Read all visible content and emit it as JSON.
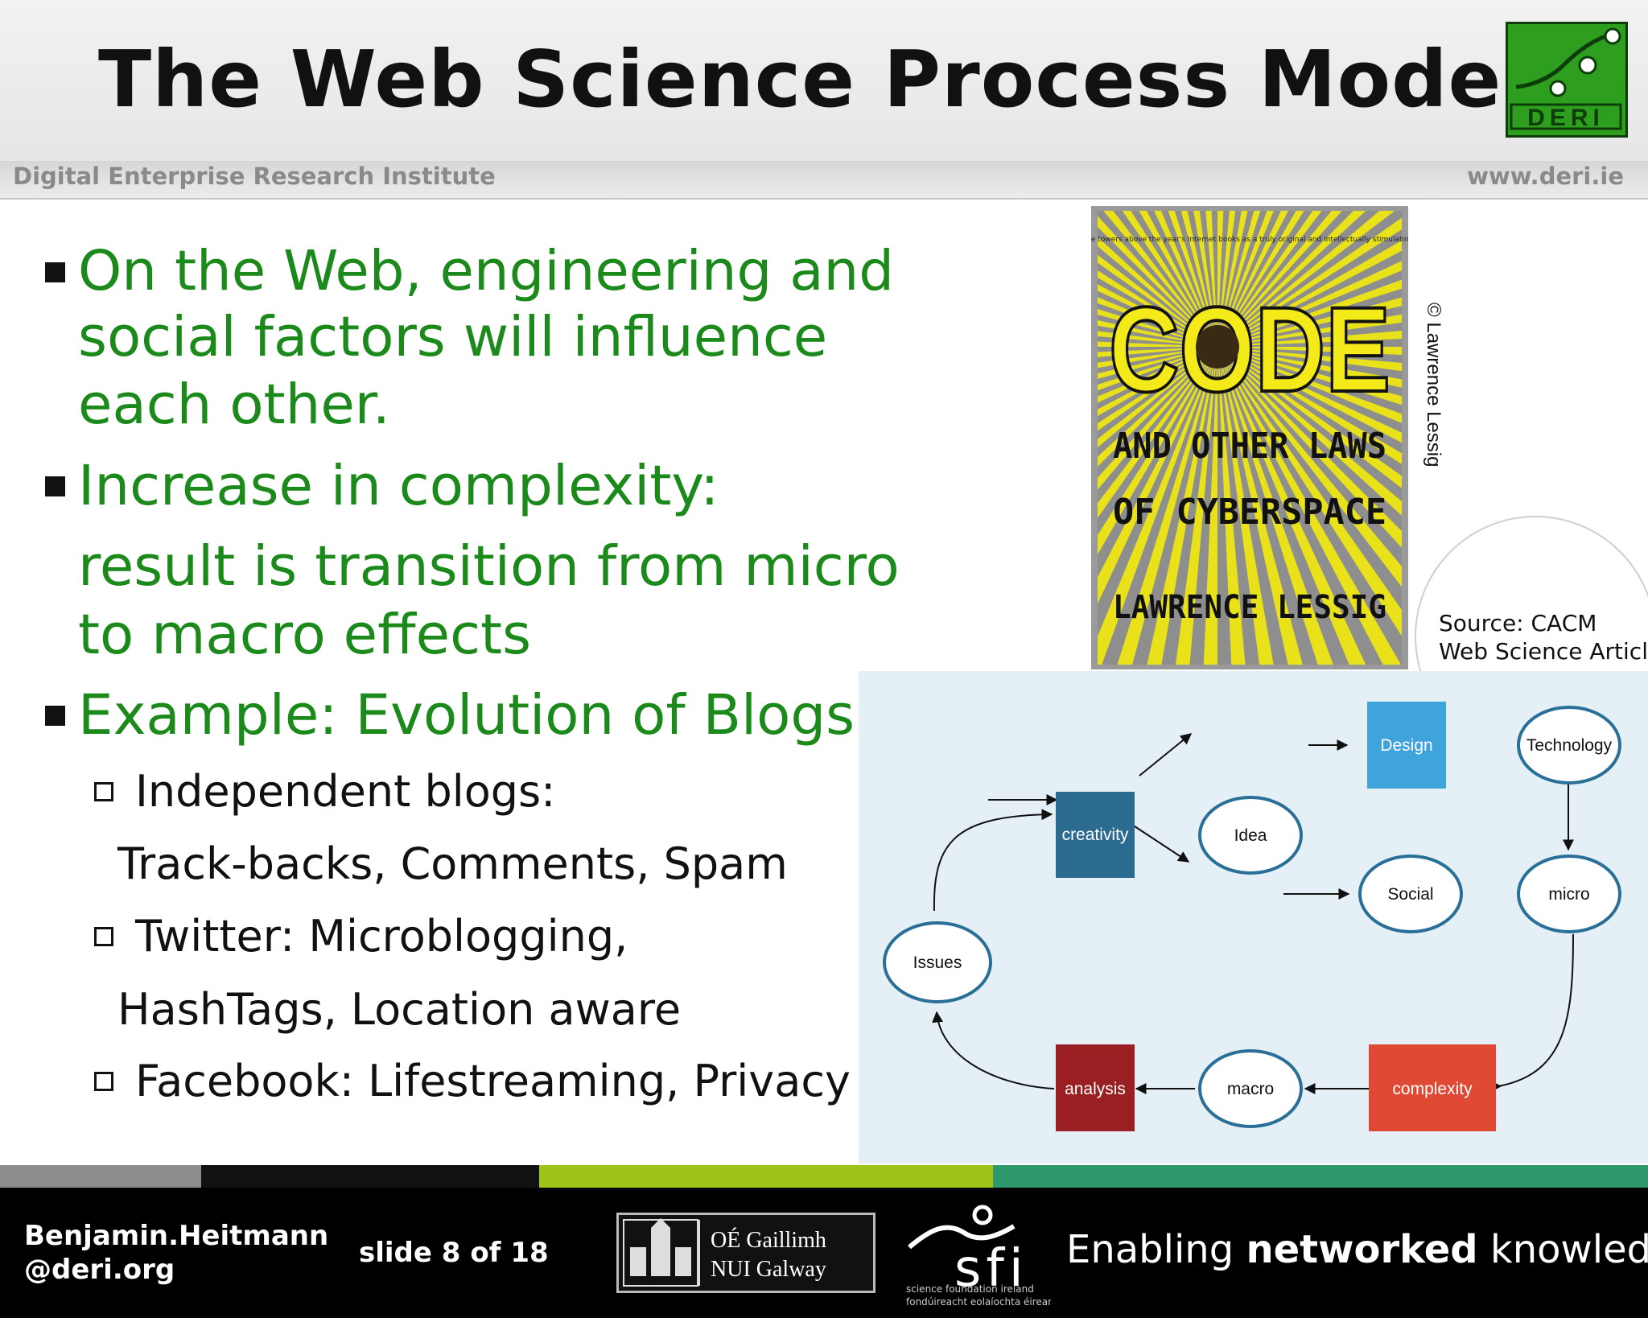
{
  "header": {
    "title": "The Web Science Process Model",
    "institute": "Digital Enterprise Research Institute",
    "url": "www.deri.ie",
    "logo_text": "DERI"
  },
  "bullets": [
    {
      "lines": [
        "On the Web, engineering and",
        "social factors will influence",
        "each other."
      ]
    },
    {
      "lines": [
        "Increase in complexity:",
        "result is transition from micro",
        "to macro effects"
      ]
    },
    {
      "lines": [
        "Example: Evolution of Blogs"
      ]
    }
  ],
  "subbullets": [
    {
      "lines": [
        "Independent blogs:",
        "Track-backs, Comments, Spam"
      ]
    },
    {
      "lines": [
        "Twitter: Microblogging,",
        "HashTags, Location aware"
      ]
    },
    {
      "lines": [
        "Facebook: Lifestreaming, Privacy"
      ]
    }
  ],
  "book": {
    "blurb": "\"Code towers above the year's Internet books as a truly original and intellectually stimulating work.\" —theStandard.com",
    "title": "CODE",
    "subtitle1": "AND OTHER LAWS",
    "subtitle2": "OF CYBERSPACE",
    "author": "LAWRENCE LESSIG",
    "copyright": "© Lawrence Lessig"
  },
  "source": {
    "line1": "Source: CACM",
    "line2": "Web Science Article"
  },
  "diagram": {
    "nodes": {
      "creativity": "creativity",
      "idea": "Idea",
      "design": "Design",
      "technology": "Technology",
      "social": "Social",
      "micro": "micro",
      "issues": "Issues",
      "complexity": "complexity",
      "macro": "macro",
      "analysis": "analysis"
    },
    "colors": {
      "creativity": "#2b6b8f",
      "design": "#3fa3dc",
      "complexity": "#e04a35",
      "analysis": "#9a1f22",
      "ellipse_stroke": "#2a6f98"
    }
  },
  "footer": {
    "author_line1": "Benjamin.Heitmann",
    "author_line2": "@deri.org",
    "slide_word": "slide",
    "slide_num": "8",
    "slide_of": "of",
    "slide_total": "18",
    "nui_line1": "OÉ Gaillimh",
    "nui_line2": "NUI Galway",
    "sfi_text": "sfi",
    "sfi_small1": "science foundation ireland",
    "sfi_small2": "fondúireacht eolaíochta éireann",
    "tagline_pre": "Enabling ",
    "tagline_bold": "networked",
    "tagline_post": " knowledge."
  }
}
